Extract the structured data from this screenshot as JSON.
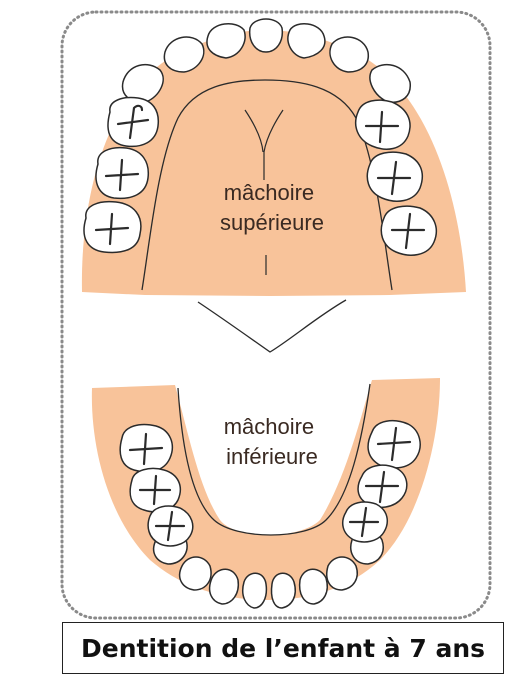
{
  "labels": {
    "upper_jaw": [
      "mâchoire",
      "supérieure"
    ],
    "lower_jaw": [
      "mâchoire",
      "inférieure"
    ]
  },
  "caption": "Dentition de l’enfant à 7 ans",
  "colors": {
    "gum": "#f8c39a",
    "tooth_fill": "#ffffff",
    "outline": "#2b2b2b",
    "frame_dots": "#8a8a8a"
  }
}
